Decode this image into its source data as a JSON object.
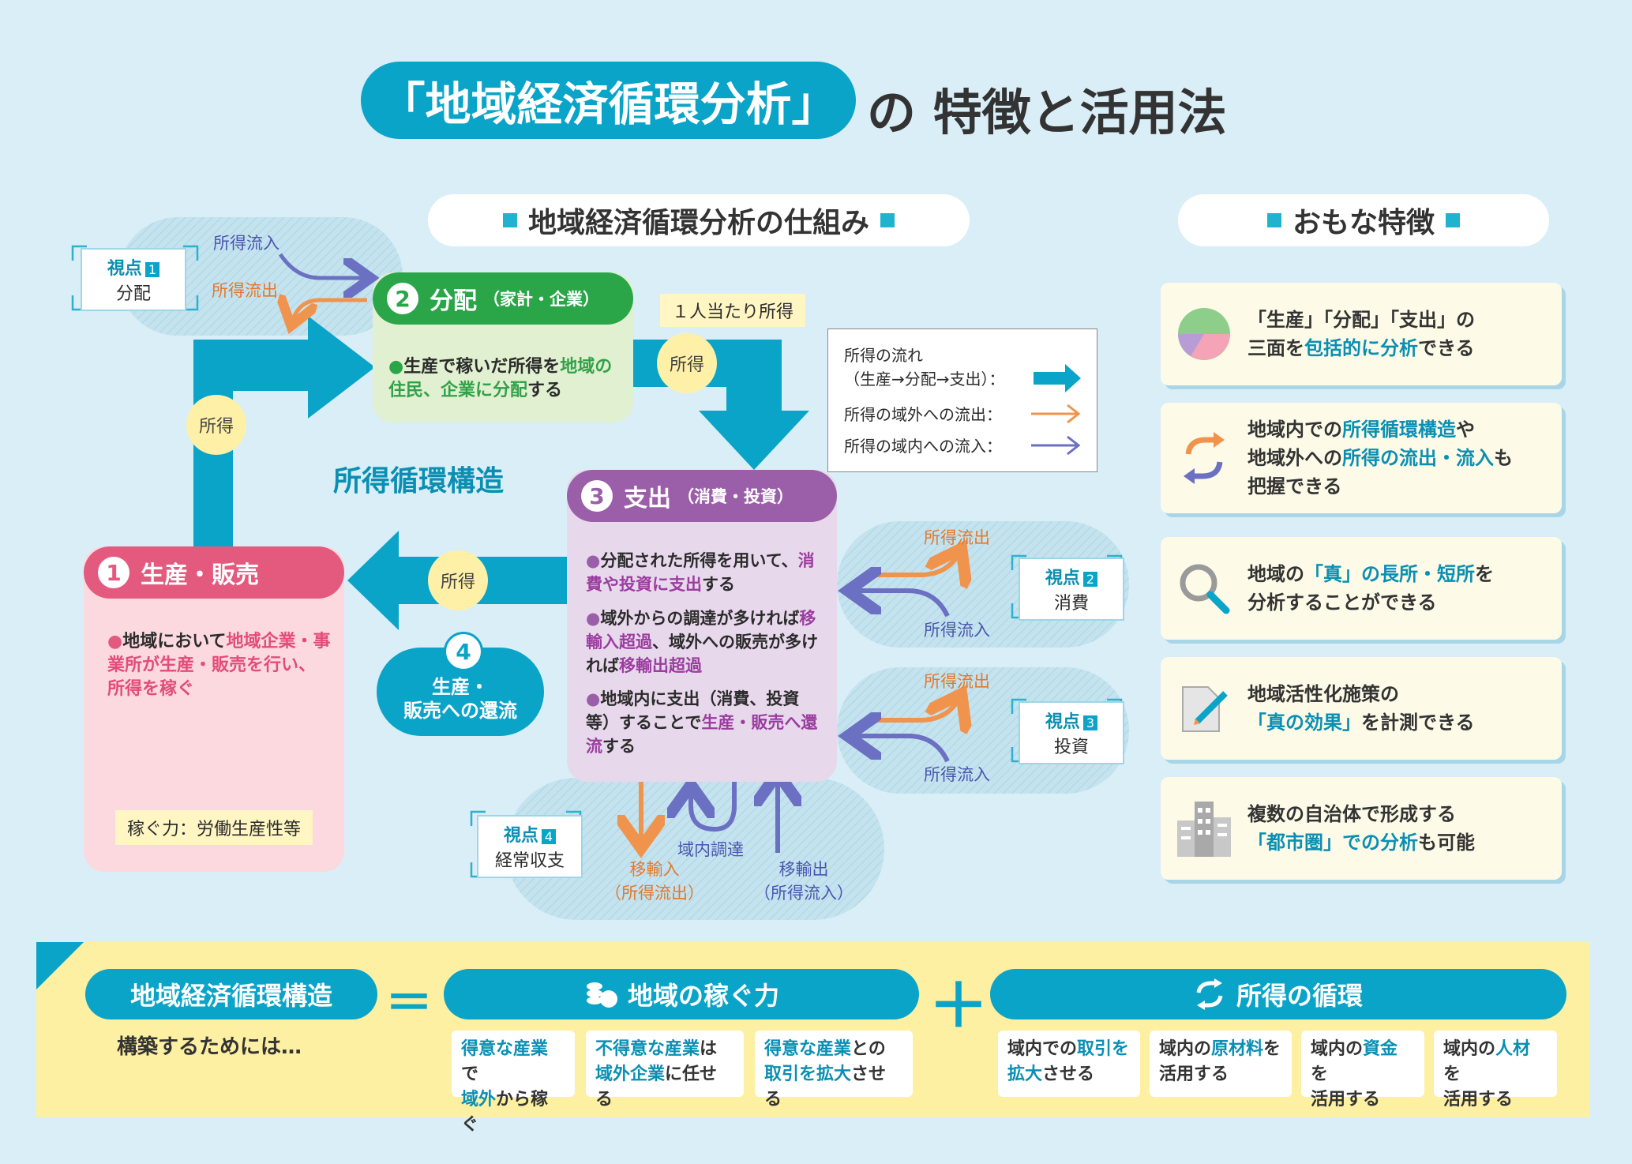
{
  "title": {
    "main": "「地域経済循環分析」",
    "suffix": "の 特徴と活用法"
  },
  "sections": {
    "mechanism": "地域経済循環分析の仕組み",
    "features": "おもな特徴"
  },
  "nodes": {
    "n1": {
      "num": "1",
      "title": "生産・販売",
      "text": [
        "地域において",
        "地域企業・事業所が生産・販売を",
        "行い、所得を稼ぐ"
      ],
      "footer": "稼ぐ力：労働生産性等"
    },
    "n2": {
      "num": "2",
      "title": "分配",
      "sub": "（家計・企業）",
      "text": [
        "生産で稼いだ所得を",
        "地域の住民、企業に分配",
        "する"
      ]
    },
    "n3": {
      "num": "3",
      "title": "支出",
      "sub": "（消費・投資）",
      "items": [
        [
          "分配された所得を用いて、",
          "消費や投資に支出",
          "する"
        ],
        [
          "域外からの調達が多ければ",
          "移輸入超過",
          "、域外への販売が多ければ",
          "移輸出超過"
        ],
        [
          "地域内に支出（消費、投資等）することで",
          "生産・販売へ還流",
          "する"
        ]
      ]
    },
    "n4": {
      "num": "4",
      "title": "生産・\n販売への還流"
    }
  },
  "labels": {
    "center": "所得循環構造",
    "shotoku": "所得",
    "per_capita": "１人当たり所得",
    "inflow": "所得流入",
    "outflow": "所得流出",
    "import": "移輸入\n（所得流出）",
    "export": "移輸出\n（所得流入）",
    "local_proc": "域内調達"
  },
  "viewpoints": [
    {
      "k": "視点",
      "n": "1",
      "label": "分配"
    },
    {
      "k": "視点",
      "n": "2",
      "label": "消費"
    },
    {
      "k": "視点",
      "n": "3",
      "label": "投資"
    },
    {
      "k": "視点",
      "n": "4",
      "label": "経常収支"
    }
  ],
  "legend": {
    "flow": "所得の流れ\n（生産→分配→支出）：",
    "out": "所得の域外への流出：",
    "in": "所得の域内への流入："
  },
  "features": [
    {
      "icon": "pie-chart-icon",
      "parts": [
        [
          "「生産」「分配」「支出」の",
          ""
        ],
        [
          "三面を",
          ""
        ],
        [
          "包括的に分析",
          "hl"
        ],
        [
          "できる",
          ""
        ]
      ]
    },
    {
      "icon": "cycle-arrows-icon",
      "parts": [
        [
          "地域内での",
          ""
        ],
        [
          "所得循環構造",
          "hl"
        ],
        [
          "や",
          ""
        ],
        [
          "地域外への",
          ""
        ],
        [
          "所得の流出・流入",
          "hl"
        ],
        [
          "も",
          ""
        ],
        [
          "把握できる",
          ""
        ]
      ]
    },
    {
      "icon": "magnifier-icon",
      "parts": [
        [
          "地域の",
          ""
        ],
        [
          "「真」の長所・短所",
          "hl"
        ],
        [
          "を",
          ""
        ],
        [
          "分析することができる",
          ""
        ]
      ]
    },
    {
      "icon": "document-pen-icon",
      "parts": [
        [
          "地域活性化施策の",
          ""
        ],
        [
          "「真の効果」",
          "hl"
        ],
        [
          "を計測できる",
          ""
        ]
      ]
    },
    {
      "icon": "building-icon",
      "parts": [
        [
          "複数の自治体で形成する",
          ""
        ],
        [
          "「都市圏」での分析",
          "hl"
        ],
        [
          "も可能",
          ""
        ]
      ]
    }
  ],
  "bottom": {
    "left": "地域経済循環構造",
    "left_sub": "構築するためには…",
    "eq": "＝",
    "plus": "＋",
    "p1": "地域の稼ぐ力",
    "p2": "所得の循環",
    "c1": [
      [
        "得意な産業",
        "hl"
      ],
      [
        "で",
        ""
      ],
      [
        "\n",
        ""
      ],
      [
        "域外",
        "hl"
      ],
      [
        "から稼ぐ",
        ""
      ]
    ],
    "c2": [
      [
        "不得意な産業",
        "hl"
      ],
      [
        "は",
        ""
      ],
      [
        "\n",
        ""
      ],
      [
        "域外企業",
        "hl"
      ],
      [
        "に任せる",
        ""
      ]
    ],
    "c3": [
      [
        "得意な産業",
        "hl"
      ],
      [
        "との",
        ""
      ],
      [
        "\n",
        ""
      ],
      [
        "取引を拡大",
        "hl"
      ],
      [
        "させる",
        ""
      ]
    ],
    "c4": [
      [
        "域内での",
        ""
      ],
      [
        "取引を",
        "hl"
      ],
      [
        "\n",
        ""
      ],
      [
        "拡大",
        "hl"
      ],
      [
        "させる",
        ""
      ]
    ],
    "c5": [
      [
        "域内の",
        ""
      ],
      [
        "原材料",
        "hl"
      ],
      [
        "を",
        ""
      ],
      [
        "\n",
        ""
      ],
      [
        "活用する",
        ""
      ]
    ],
    "c6": [
      [
        "域内の",
        ""
      ],
      [
        "資金",
        "hl"
      ],
      [
        "を",
        ""
      ],
      [
        "\n",
        ""
      ],
      [
        "活用する",
        ""
      ]
    ],
    "c7": [
      [
        "域内の",
        ""
      ],
      [
        "人材",
        "hl"
      ],
      [
        "を",
        ""
      ],
      [
        "\n",
        ""
      ],
      [
        "活用する",
        ""
      ]
    ]
  },
  "colors": {
    "blue": "#0aa4c8",
    "pink": "#e45a7f",
    "green": "#2aa649",
    "purple": "#9b5ea8",
    "orange": "#f0944d",
    "violet": "#6b70c2"
  }
}
